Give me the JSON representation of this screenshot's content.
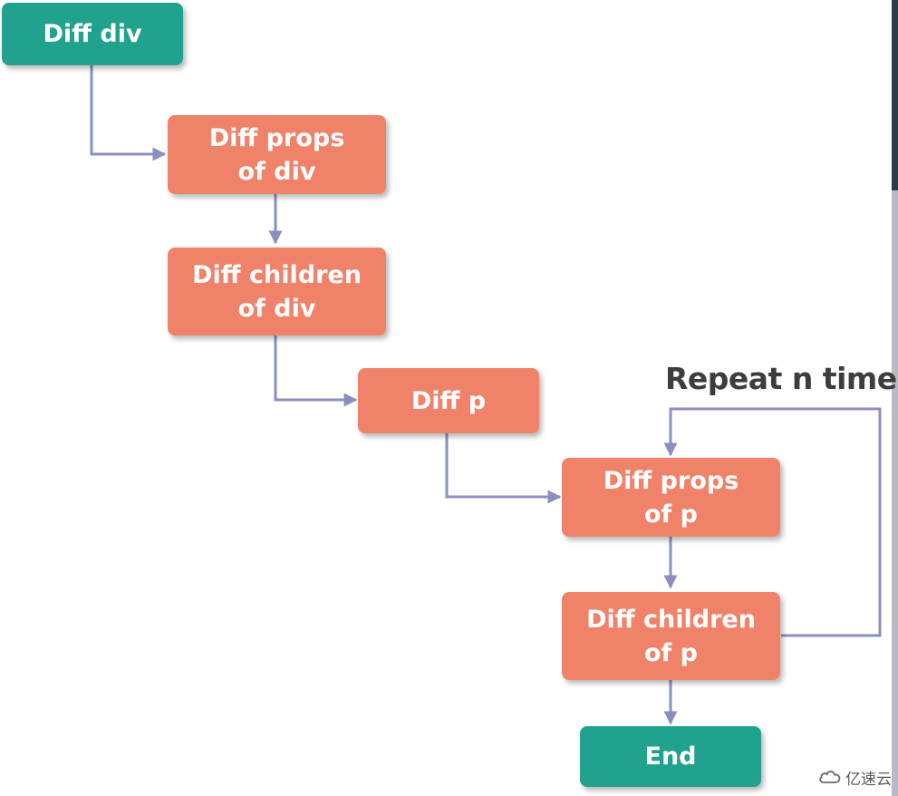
{
  "nodes": {
    "diff_div": "Diff div",
    "diff_props_div": "Diff props\nof div",
    "diff_children_div": "Diff children\nof div",
    "diff_p": "Diff p",
    "diff_props_p": "Diff props\nof p",
    "diff_children_p": "Diff children\nof p",
    "end": "End"
  },
  "loop_label": "Repeat n times",
  "watermark_text": "亿速云",
  "colors": {
    "start_end": "#21a28e",
    "step": "#f0826a",
    "connector": "#8b8fbf"
  }
}
